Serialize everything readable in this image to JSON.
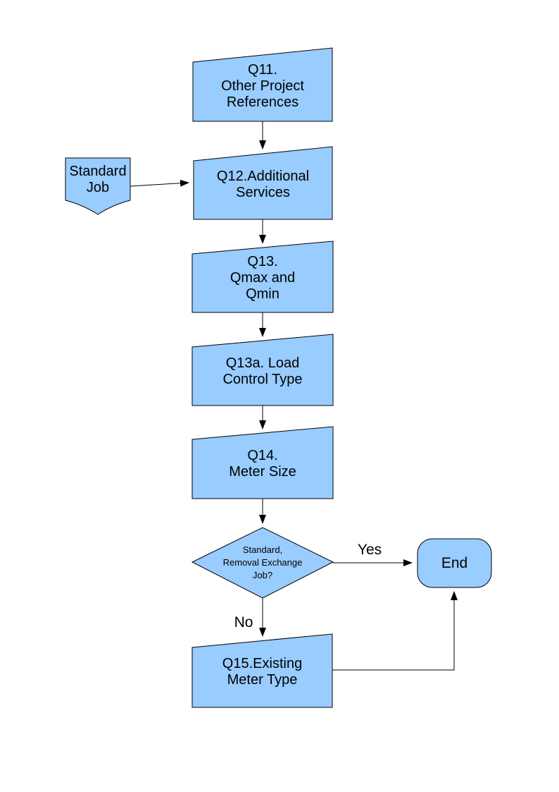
{
  "diagram": {
    "colors": {
      "node_fill": "#99CCFF",
      "node_border": "#000000",
      "background": "#FFFFFF",
      "text": "#000000"
    },
    "nodes": {
      "q11": {
        "label": "Q11.\nOther Project\nReferences",
        "shape": "manual-input"
      },
      "standard_job": {
        "label": "Standard\nJob",
        "shape": "off-page-connector"
      },
      "q12": {
        "label": "Q12.Additional\nServices",
        "shape": "manual-input"
      },
      "q13": {
        "label": "Q13.\nQmax and\nQmin",
        "shape": "manual-input"
      },
      "q13a": {
        "label": "Q13a. Load\nControl Type",
        "shape": "manual-input"
      },
      "q14": {
        "label": "Q14.\nMeter Size",
        "shape": "manual-input"
      },
      "decision": {
        "label": "Standard,\nRemoval Exchange\nJob?",
        "shape": "decision-diamond"
      },
      "q15": {
        "label": "Q15.Existing\nMeter Type",
        "shape": "manual-input"
      },
      "end": {
        "label": "End",
        "shape": "terminator"
      }
    },
    "edge_labels": {
      "yes": "Yes",
      "no": "No"
    },
    "edges": [
      {
        "from": "q11",
        "to": "q12"
      },
      {
        "from": "standard_job",
        "to": "q12"
      },
      {
        "from": "q12",
        "to": "q13"
      },
      {
        "from": "q13",
        "to": "q13a"
      },
      {
        "from": "q13a",
        "to": "q14"
      },
      {
        "from": "q14",
        "to": "decision"
      },
      {
        "from": "decision",
        "to": "end",
        "label": "Yes"
      },
      {
        "from": "decision",
        "to": "q15",
        "label": "No"
      },
      {
        "from": "q15",
        "to": "end"
      }
    ]
  }
}
